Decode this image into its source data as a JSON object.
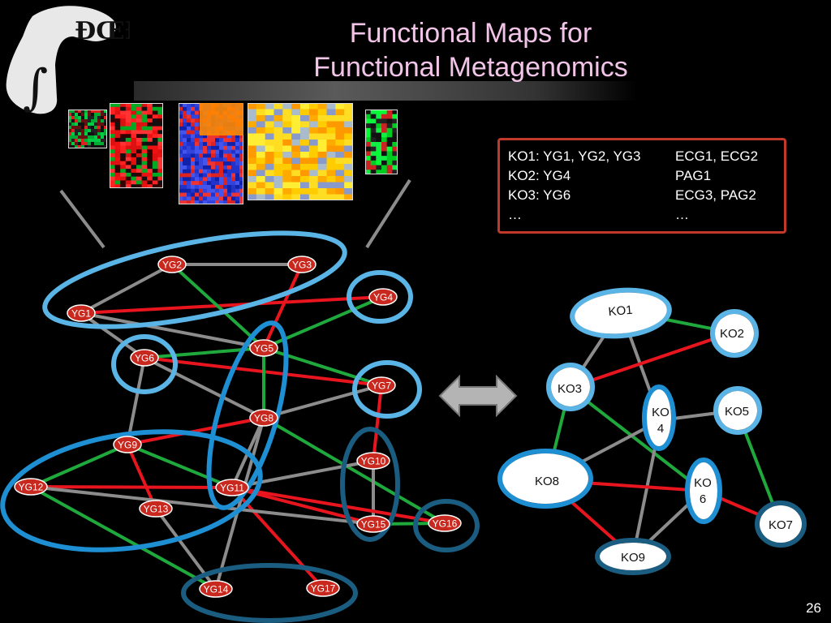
{
  "title": {
    "line1": "Functional Maps for",
    "line2": "Functional Metagenomics"
  },
  "page_number": "26",
  "legend": {
    "left": [
      "KO1: YG1, YG2, YG3",
      "KO2: YG4",
      "KO3: YG6",
      "…"
    ],
    "right": [
      "ECG1, ECG2",
      "PAG1",
      "ECG3, PAG2",
      "…"
    ]
  },
  "colors": {
    "node_fill": "#c8281e",
    "node_stroke": "#ffffff",
    "edge_red": "#e8141e",
    "edge_green": "#1fa83c",
    "edge_gray": "#8c8c8c",
    "ring_light": "#5ab4e6",
    "ring_mid": "#1e8fd2",
    "ring_dark": "#1a5d80",
    "ko_fill": "#ffffff",
    "arrow_fill": "#b4b4b4"
  },
  "left_nodes": [
    "YG1",
    "YG2",
    "YG3",
    "YG4",
    "YG5",
    "YG6",
    "YG7",
    "YG8",
    "YG9",
    "YG10",
    "YG11",
    "YG12",
    "YG13",
    "YG14",
    "YG15",
    "YG16",
    "YG17"
  ],
  "right_nodes": [
    "KO1",
    "KO2",
    "KO3",
    "KO4",
    "KO5",
    "KO6",
    "KO7",
    "KO8",
    "KO9"
  ],
  "arrow_icon": "double-arrow-icon",
  "logo_icon": "integral-logo-icon"
}
